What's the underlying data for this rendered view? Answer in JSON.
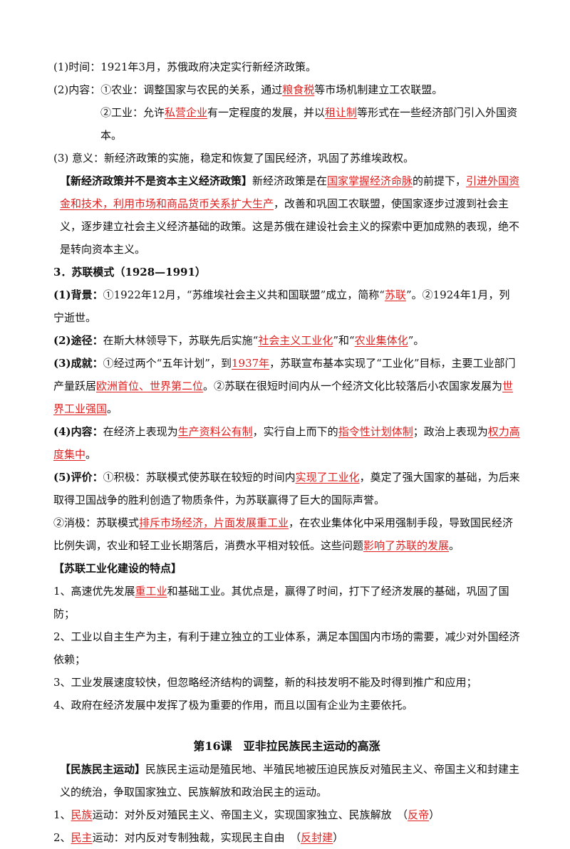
{
  "sec_nep": {
    "time": {
      "a": "(1)时间：1921年3月，苏俄政府决定实行新经济政策。"
    },
    "content1": {
      "a": "(2)内容：①农业：调整国家与农民的关系，通过",
      "r1": "粮食税",
      "b": "等市场机制建立工农联盟。"
    },
    "content2": {
      "a": "②工业：允许",
      "r1": "私营企业",
      "b": "有一定程度的发展，并以",
      "r2": "租让制",
      "c": "等形式在一些经济部门引入外国资本。"
    },
    "meaning": {
      "a": "(3) 意义：新经济政策的实施，稳定和恢复了国民经济，巩固了苏维埃政权。"
    },
    "note": {
      "bold": "【新经济政策并不是资本主义经济政策】",
      "a": "新经济政策是在",
      "r1": "国家掌握经济命脉",
      "b": "的前提下，",
      "r2": "引进外国资金和技术，利用市场和商品货币关系扩大生产",
      "c": "，改善和巩固工农联盟，使国家逐步过渡到社会主义，逐步建立社会主义经济基础的政策。这是苏俄在建设社会主义的探索中更加成熟的表现，绝不是转向资本主义。"
    }
  },
  "sec_soviet": {
    "heading": "3．苏联模式（1928—1991）",
    "bg": {
      "label": "(1)背景：",
      "a": "①1922年12月，“苏维埃社会主义共和国联盟”成立，简称“",
      "r1": "苏联",
      "b": "”。②1924年1月，列宁逝世。"
    },
    "path": {
      "label": "(2)途径：",
      "a": "在斯大林领导下，苏联先后实施“",
      "r1": "社会主义工业化",
      "b": "”和“",
      "r2": "农业集体化",
      "c": "”。"
    },
    "achv": {
      "label": "(3)成就：",
      "a": "①经过两个“五年计划”，到",
      "r1": "1937年",
      "b": "，苏联宣布基本实现了“工业化”目标，主要工业部门产量跃居",
      "r2": "欧洲首位、世界第二位",
      "c": "。②苏联在很短时间内从一个经济文化比较落后小农国家发展为",
      "r3": "世界工业强国",
      "d": "。"
    },
    "cont": {
      "label": "(4)内容：",
      "a": "在经济上表现为",
      "r1": "生产资料公有制",
      "b": "，实行自上而下的",
      "r2": "指令性计划体制",
      "c": "；政治上表现为",
      "r3": "权力高度集中",
      "d": "。"
    },
    "eval": {
      "label": "(5)评价：",
      "a": "①积极：苏联模式使苏联在较短的时间内",
      "r1": "实现了工业化",
      "b": "，奠定了强大国家的基础，为后来取得卫国战争的胜利创造了物质条件，为苏联赢得了巨大的国际声誉。"
    },
    "neg": {
      "a": "②消极：苏联模式",
      "r1": "排斥市场经济，片面发展重工业",
      "b": "，在农业集体化中采用强制手段，导致国民经济比例失调，农业和轻工业长期落后，消费水平相对较低。这些问题",
      "r2": "影响了苏联的发展",
      "c": "。"
    }
  },
  "sec_features": {
    "heading": "【苏联工业化建设的特点】",
    "f1": {
      "a": "1、高速优先发展",
      "r1": "重工业",
      "b": "和基础工业。其优点是，赢得了时间，打下了经济发展的基础，巩固了国防；"
    },
    "f2": {
      "a": "2、工业以自主生产为主，有利于建立独立的工业体系，满足本国国内市场的需要，减少对外国经济依赖；"
    },
    "f3": {
      "a": "3、工业发展速度较快，但忽略经济结构的调整，新的科技发明不能及时得到推广和应用；"
    },
    "f4": {
      "a": "4、政府在经济发展中发挥了极为重要的作用，而且以国有企业为主要依托。"
    }
  },
  "sec_lesson16": {
    "title": "第16课　亚非拉民族民主运动的高涨",
    "def": {
      "bold": "【民族民主运动】",
      "a": "民族民主运动是殖民地、半殖民地被压迫民族反对殖民主义、帝国主义和封建主义的统治，争取国家独立、民族解放和政治民主的运动。"
    },
    "i1": {
      "a": "1、",
      "r1": "民族",
      "b": "运动：对外反对殖民主义、帝国主义，实现国家独立、民族解放　（",
      "r2": "反帝",
      "c": "）"
    },
    "i2": {
      "a": "2、",
      "r1": "民主",
      "b": "运动：对内反对专制独裁，实现民主自由　（",
      "r2": "反封建",
      "c": "）"
    }
  }
}
